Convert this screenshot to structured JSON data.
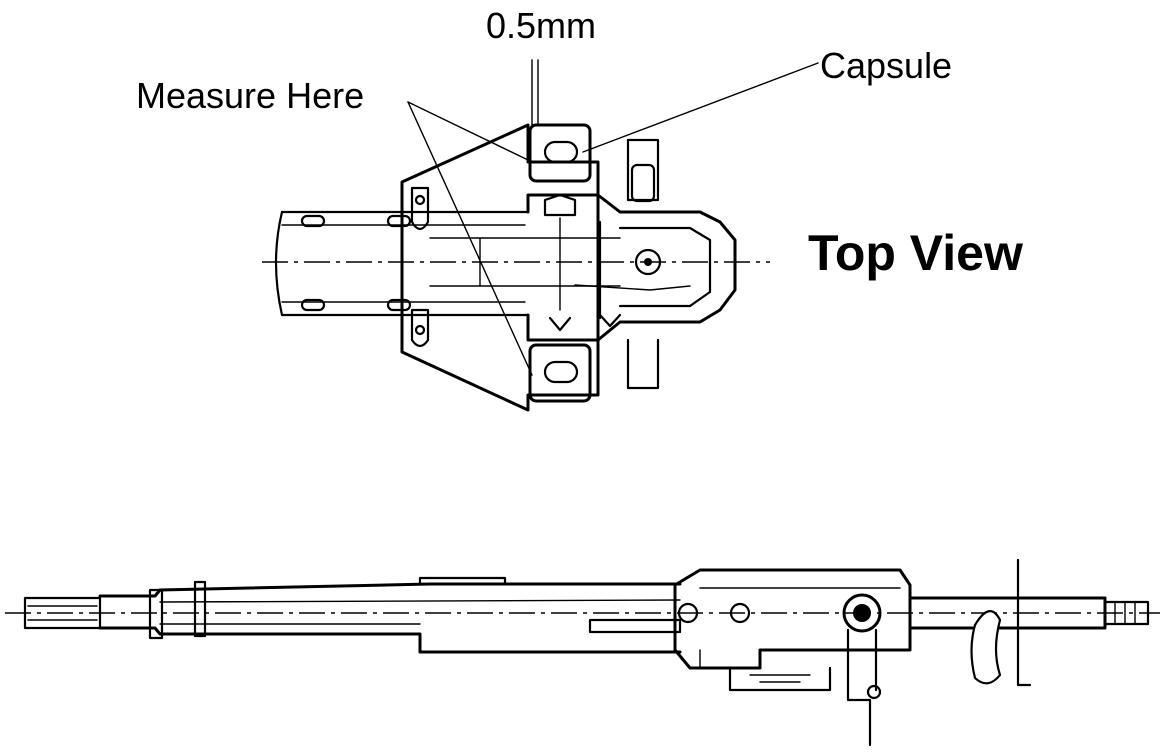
{
  "labels": {
    "dimension": "0.5mm",
    "capsule": "Capsule",
    "measure_here": "Measure Here",
    "top_view": "Top View"
  },
  "colors": {
    "ink": "#000000",
    "background": "#ffffff"
  }
}
